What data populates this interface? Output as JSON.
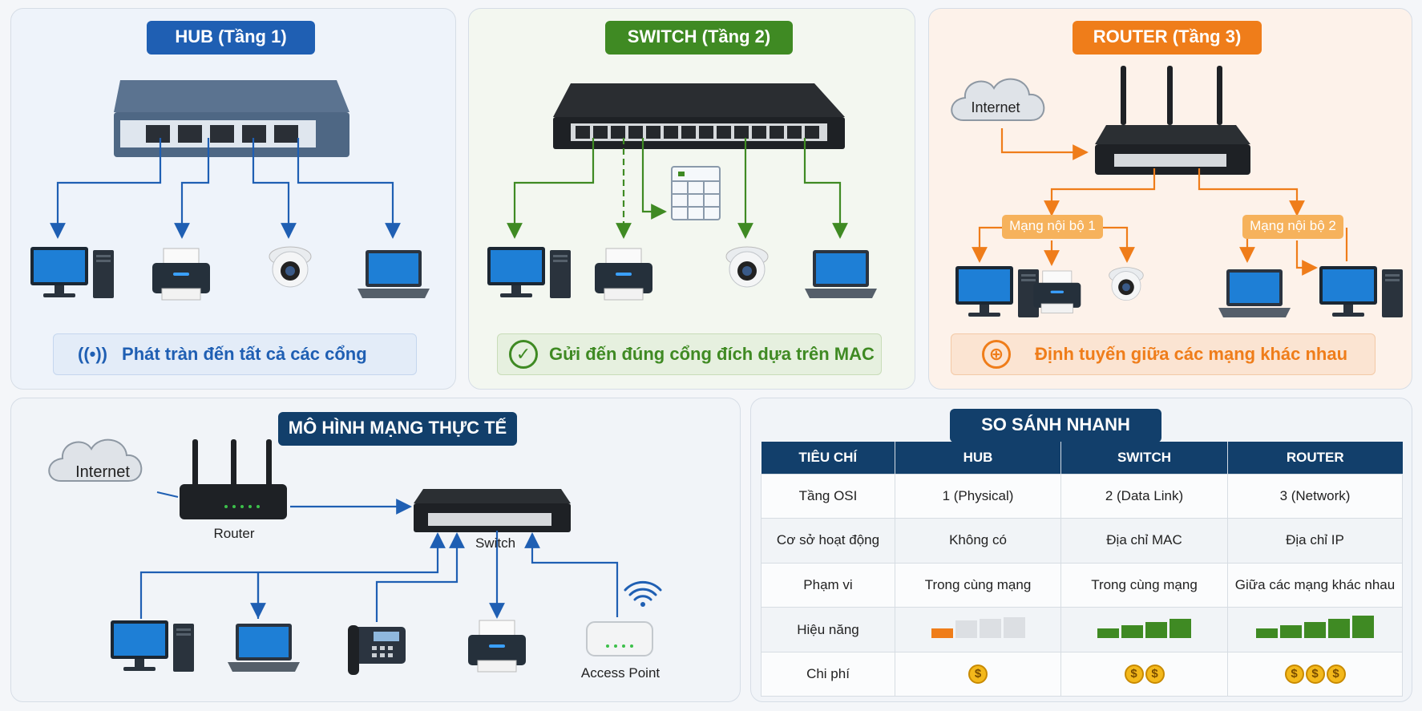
{
  "hub": {
    "title": "HUB (Tầng 1)",
    "caption": "Phát tràn đến tất cả các cổng",
    "color": "#1f5fb3"
  },
  "switch": {
    "title": "SWITCH (Tầng 2)",
    "caption": "Gửi đến đúng cổng đích dựa trên MAC",
    "color": "#3f8a23"
  },
  "router": {
    "title": "ROUTER (Tầng 3)",
    "caption": "Định tuyến giữa các mạng khác nhau",
    "cloud_label": "Internet",
    "lan1": "Mạng nội bộ 1",
    "lan2": "Mạng nội bộ 2",
    "color": "#ef7d1a"
  },
  "real_network": {
    "title": "MÔ HÌNH MẠNG THỰC TẾ",
    "cloud_label": "Internet",
    "router_label": "Router",
    "switch_label": "Switch",
    "ap_label": "Access Point"
  },
  "comparison": {
    "title": "SO SÁNH NHANH",
    "headers": [
      "TIÊU CHÍ",
      "HUB",
      "SWITCH",
      "ROUTER"
    ],
    "rows": [
      {
        "criterion": "Tầng OSI",
        "hub": "1 (Physical)",
        "switch": "2 (Data Link)",
        "router": "3 (Network)"
      },
      {
        "criterion": "Cơ sở hoạt động",
        "hub": "Không có",
        "switch": "Địa chỉ MAC",
        "router": "Địa chỉ IP"
      },
      {
        "criterion": "Phạm vi",
        "hub": "Trong cùng mạng",
        "switch": "Trong cùng mạng",
        "router": "Giữa các mạng khác nhau"
      },
      {
        "criterion": "Hiệu năng",
        "hub_level": 1,
        "switch_level": 4,
        "router_level": 5
      },
      {
        "criterion": "Chi phí",
        "hub_cost": 1,
        "switch_cost": 2,
        "router_cost": 3
      }
    ],
    "coin_symbol": "$"
  }
}
